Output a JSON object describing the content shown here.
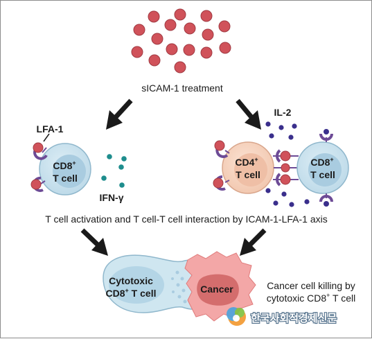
{
  "treatment_label": "sICAM-1 treatment",
  "left_panel": {
    "receptor_label": "LFA-1",
    "cell_label_line1": "CD8",
    "cell_label_sup": "+",
    "cell_label_line2": "T cell",
    "cytokine_label": "IFN-γ"
  },
  "right_panel": {
    "cytokine_label": "IL-2",
    "cd4_line1": "CD4",
    "cd4_sup": "+",
    "cd4_line2": "T cell",
    "cd8_line1": "CD8",
    "cd8_sup": "+",
    "cd8_line2": "T cell"
  },
  "middle_caption": "T cell activation and T cell-T cell interaction by ICAM-1-LFA-1 axis",
  "bottom": {
    "ctl_line1": "Cytotoxic",
    "ctl_line2_pre": "CD8",
    "ctl_line2_sup": "+",
    "ctl_line2_post": " T cell",
    "cancer_label": "Cancer",
    "killing_line1": "Cancer cell killing by",
    "killing_line2_pre": "cytotoxic CD8",
    "killing_line2_sup": "+",
    "killing_line2_post": " T cell"
  },
  "watermark": {
    "text": "한국사회적경제신문",
    "icon": "newspaper-logo-icon"
  },
  "colors": {
    "sicam_dot": "#d0525a",
    "tcell_fill": "#c8e2ee",
    "tcell_nucleus": "#9fc4d7",
    "cd4_fill": "#f7d3bf",
    "cd4_nucleus": "#e9b39c",
    "ifn_dot": "#1e8d8d",
    "il2_dot": "#3a2f8c",
    "receptor": "#6d4b96",
    "cancer_fill": "#f0a2a2",
    "cancer_nucleus": "#d36c6c",
    "arrow": "#1a1a1a"
  }
}
